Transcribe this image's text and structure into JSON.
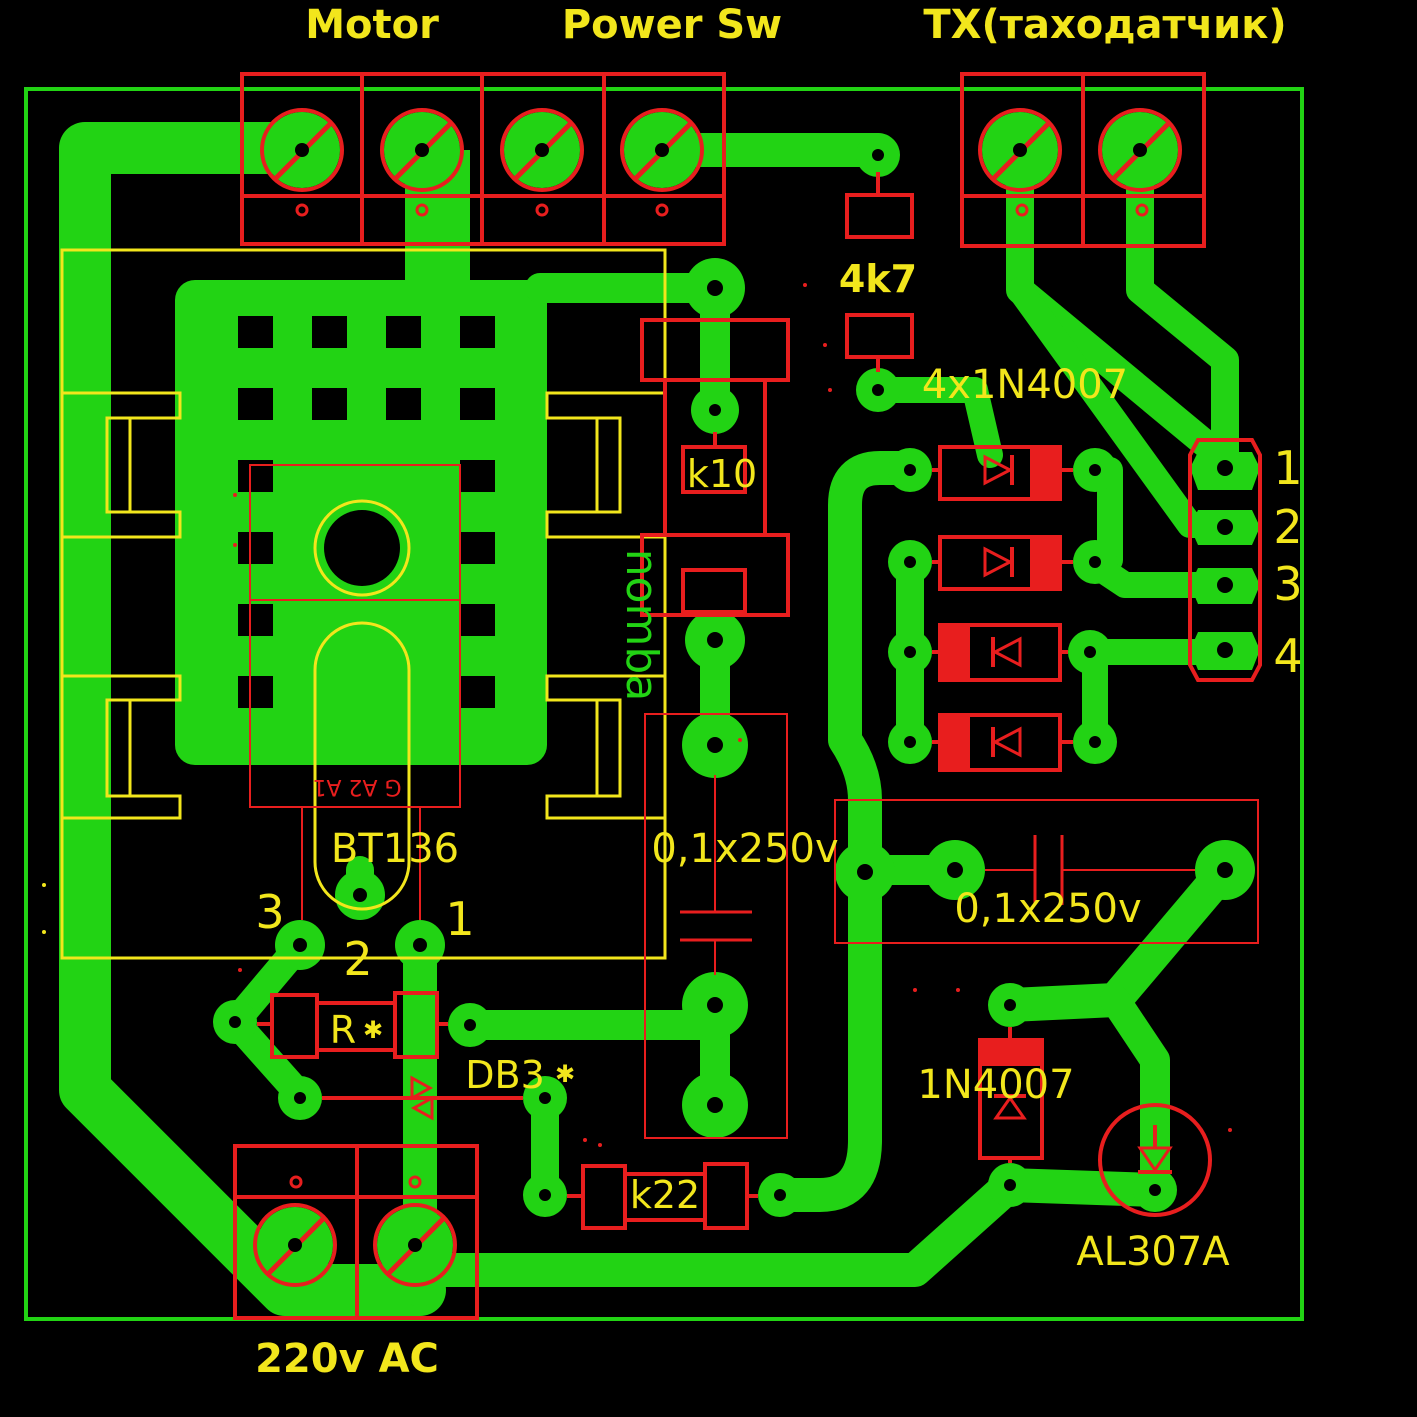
{
  "colors": {
    "background": "#000000",
    "copper": "#22D314",
    "silkscreen": "#F2E61C",
    "component_outline": "#E81E1E"
  },
  "connectors": {
    "motor": "Motor",
    "power_sw": "Power Sw",
    "tx": "TX(таходатчик)",
    "ac_input": "220v AC"
  },
  "components": {
    "r_4k7": "4k7",
    "diodes_bridge": "4x1N4007",
    "r_k10": "k10",
    "triac": "BT136",
    "cap_left": "0,1x250v",
    "cap_right": "0,1x250v",
    "r_star": "R",
    "diac": "DB3",
    "r_k22": "k22",
    "diode_single": "1N4007",
    "led": "AL307A"
  },
  "markers": {
    "star": "✱"
  },
  "triac_pins": {
    "pin3": "3",
    "pin2": "2",
    "pin1": "1",
    "pkg_pin_labels": "G A2 A1"
  },
  "header_pins": [
    "1",
    "2",
    "3",
    "4"
  ],
  "board_mark": "nomba"
}
